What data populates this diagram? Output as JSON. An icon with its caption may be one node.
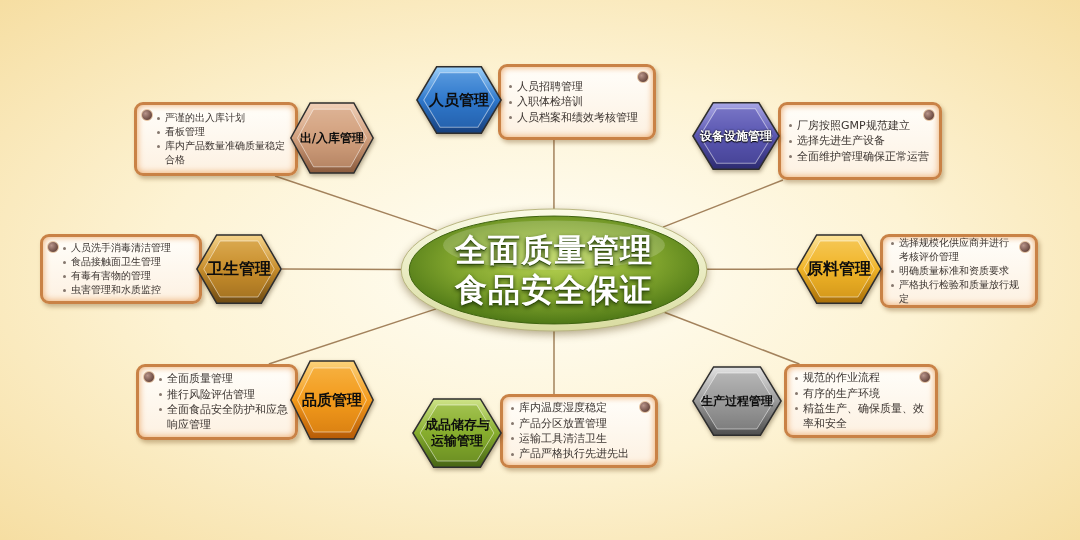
{
  "diagram": {
    "nodes": [
      {
        "text": [
          "全面质量管理",
          "食品安全保证"
        ]
      },
      {
        "text": [
          "人员管理"
        ]
      },
      {
        "text": [
          "人员招聘管理",
          "入职体检培训",
          "人员档案和绩效考核管理"
        ]
      },
      {
        "text": [
          "严谨的出入库计划",
          "看板管理",
          "库内产品数量准确质量稳定合格"
        ]
      },
      {
        "text": [
          "出/入库管理"
        ]
      },
      {
        "text": [
          "设备设施管理"
        ]
      },
      {
        "text": [
          "厂房按照GMP规范建立",
          "选择先进生产设备",
          "全面维护管理确保正常运营"
        ]
      },
      {
        "text": [
          "人员洗手消毒清洁管理",
          "食品接触面卫生管理",
          "有毒有害物的管理",
          "虫害管理和水质监控"
        ]
      },
      {
        "text": [
          "卫生管理"
        ]
      },
      {
        "text": [
          "原料管理"
        ]
      },
      {
        "text": [
          "选择规模化供应商并进行考核评价管理",
          "明确质量标准和资质要求",
          "严格执行检验和质量放行规定"
        ]
      },
      {
        "text": [
          "全面质量管理",
          "推行风险评估管理",
          "全面食品安全防护和应急响应管理"
        ]
      },
      {
        "text": [
          "品质管理"
        ]
      },
      {
        "text": [
          "成品储存与运输管理"
        ]
      },
      {
        "text": [
          "库内温度湿度稳定",
          "产品分区放置管理",
          "运输工具清洁卫生",
          "产品严格执行先进先出"
        ]
      },
      {
        "text": [
          "生产过程管理"
        ]
      },
      {
        "text": [
          "规范的作业流程",
          "有序的生产环境",
          "精益生产、确保质量、效率和安全"
        ]
      }
    ],
    "edges": [
      {
        "from": 0,
        "to": 2,
        "arrow": "none"
      },
      {
        "from": 0,
        "to": 3,
        "arrow": "none"
      },
      {
        "from": 0,
        "to": 6,
        "arrow": "none"
      },
      {
        "from": 0,
        "to": 8,
        "arrow": "none"
      },
      {
        "from": 0,
        "to": 9,
        "arrow": "none"
      },
      {
        "from": 0,
        "to": 11,
        "arrow": "none"
      },
      {
        "from": 0,
        "to": 14,
        "arrow": "none"
      },
      {
        "from": 0,
        "to": 16,
        "arrow": "none"
      }
    ]
  }
}
